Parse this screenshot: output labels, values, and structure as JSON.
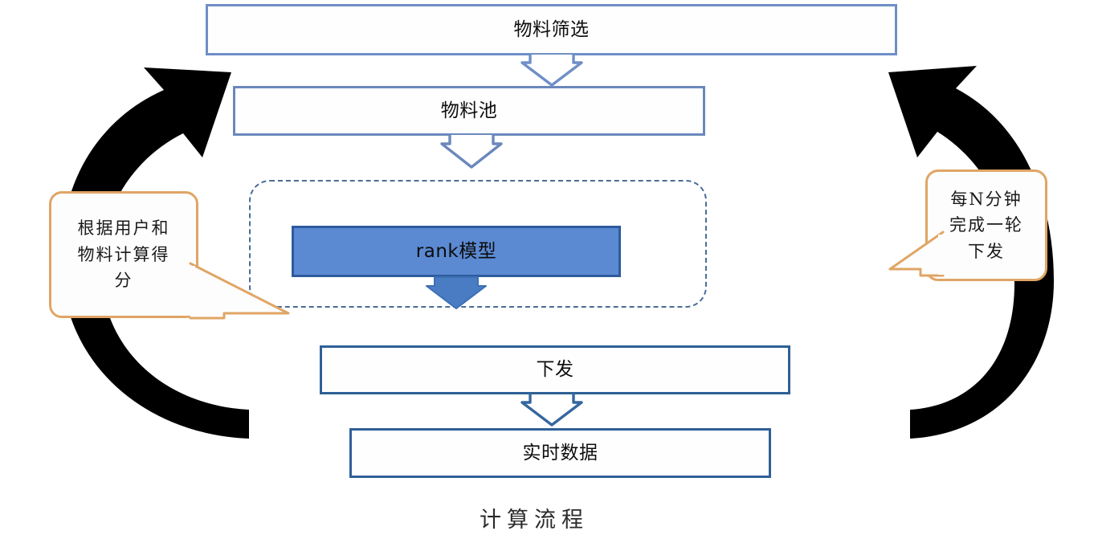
{
  "diagram": {
    "caption": "计算流程",
    "colors": {
      "box_border_light": "#6f8fc6",
      "box_border_deep": "#2e6096",
      "rank_fill": "#5b8ad2",
      "rank_border": "#2e5b9e",
      "dashed_border": "#4b6d99",
      "callout_border": "#e0a565",
      "arc_color": "#000000",
      "arrow_outline": "#5b8ad2",
      "background": "#ffffff"
    },
    "nodes": [
      {
        "id": "material-filter",
        "label": "物料筛选"
      },
      {
        "id": "material-pool",
        "label": "物料池"
      },
      {
        "id": "rank-model",
        "label": "rank模型"
      },
      {
        "id": "distribute",
        "label": "下发"
      },
      {
        "id": "realtime-data",
        "label": "实时数据"
      }
    ],
    "callouts": [
      {
        "id": "score-callout",
        "lines": [
          "根据用户和",
          "物料计算得",
          "分"
        ]
      },
      {
        "id": "cycle-callout",
        "lines": [
          "每N分钟",
          "完成一轮",
          "下发"
        ]
      }
    ],
    "connectors": [
      {
        "id": "filter-to-pool",
        "style": "hollow-down-arrow"
      },
      {
        "id": "pool-to-rank",
        "style": "hollow-down-arrow"
      },
      {
        "id": "rank-to-dist",
        "style": "filled-down-arrow"
      },
      {
        "id": "dist-to-realtime",
        "style": "hollow-down-arrow"
      }
    ],
    "loops": [
      {
        "id": "left-feedback-arc",
        "direction": "counter-clockwise-up"
      },
      {
        "id": "right-feedback-arc",
        "direction": "clockwise-up"
      }
    ]
  }
}
